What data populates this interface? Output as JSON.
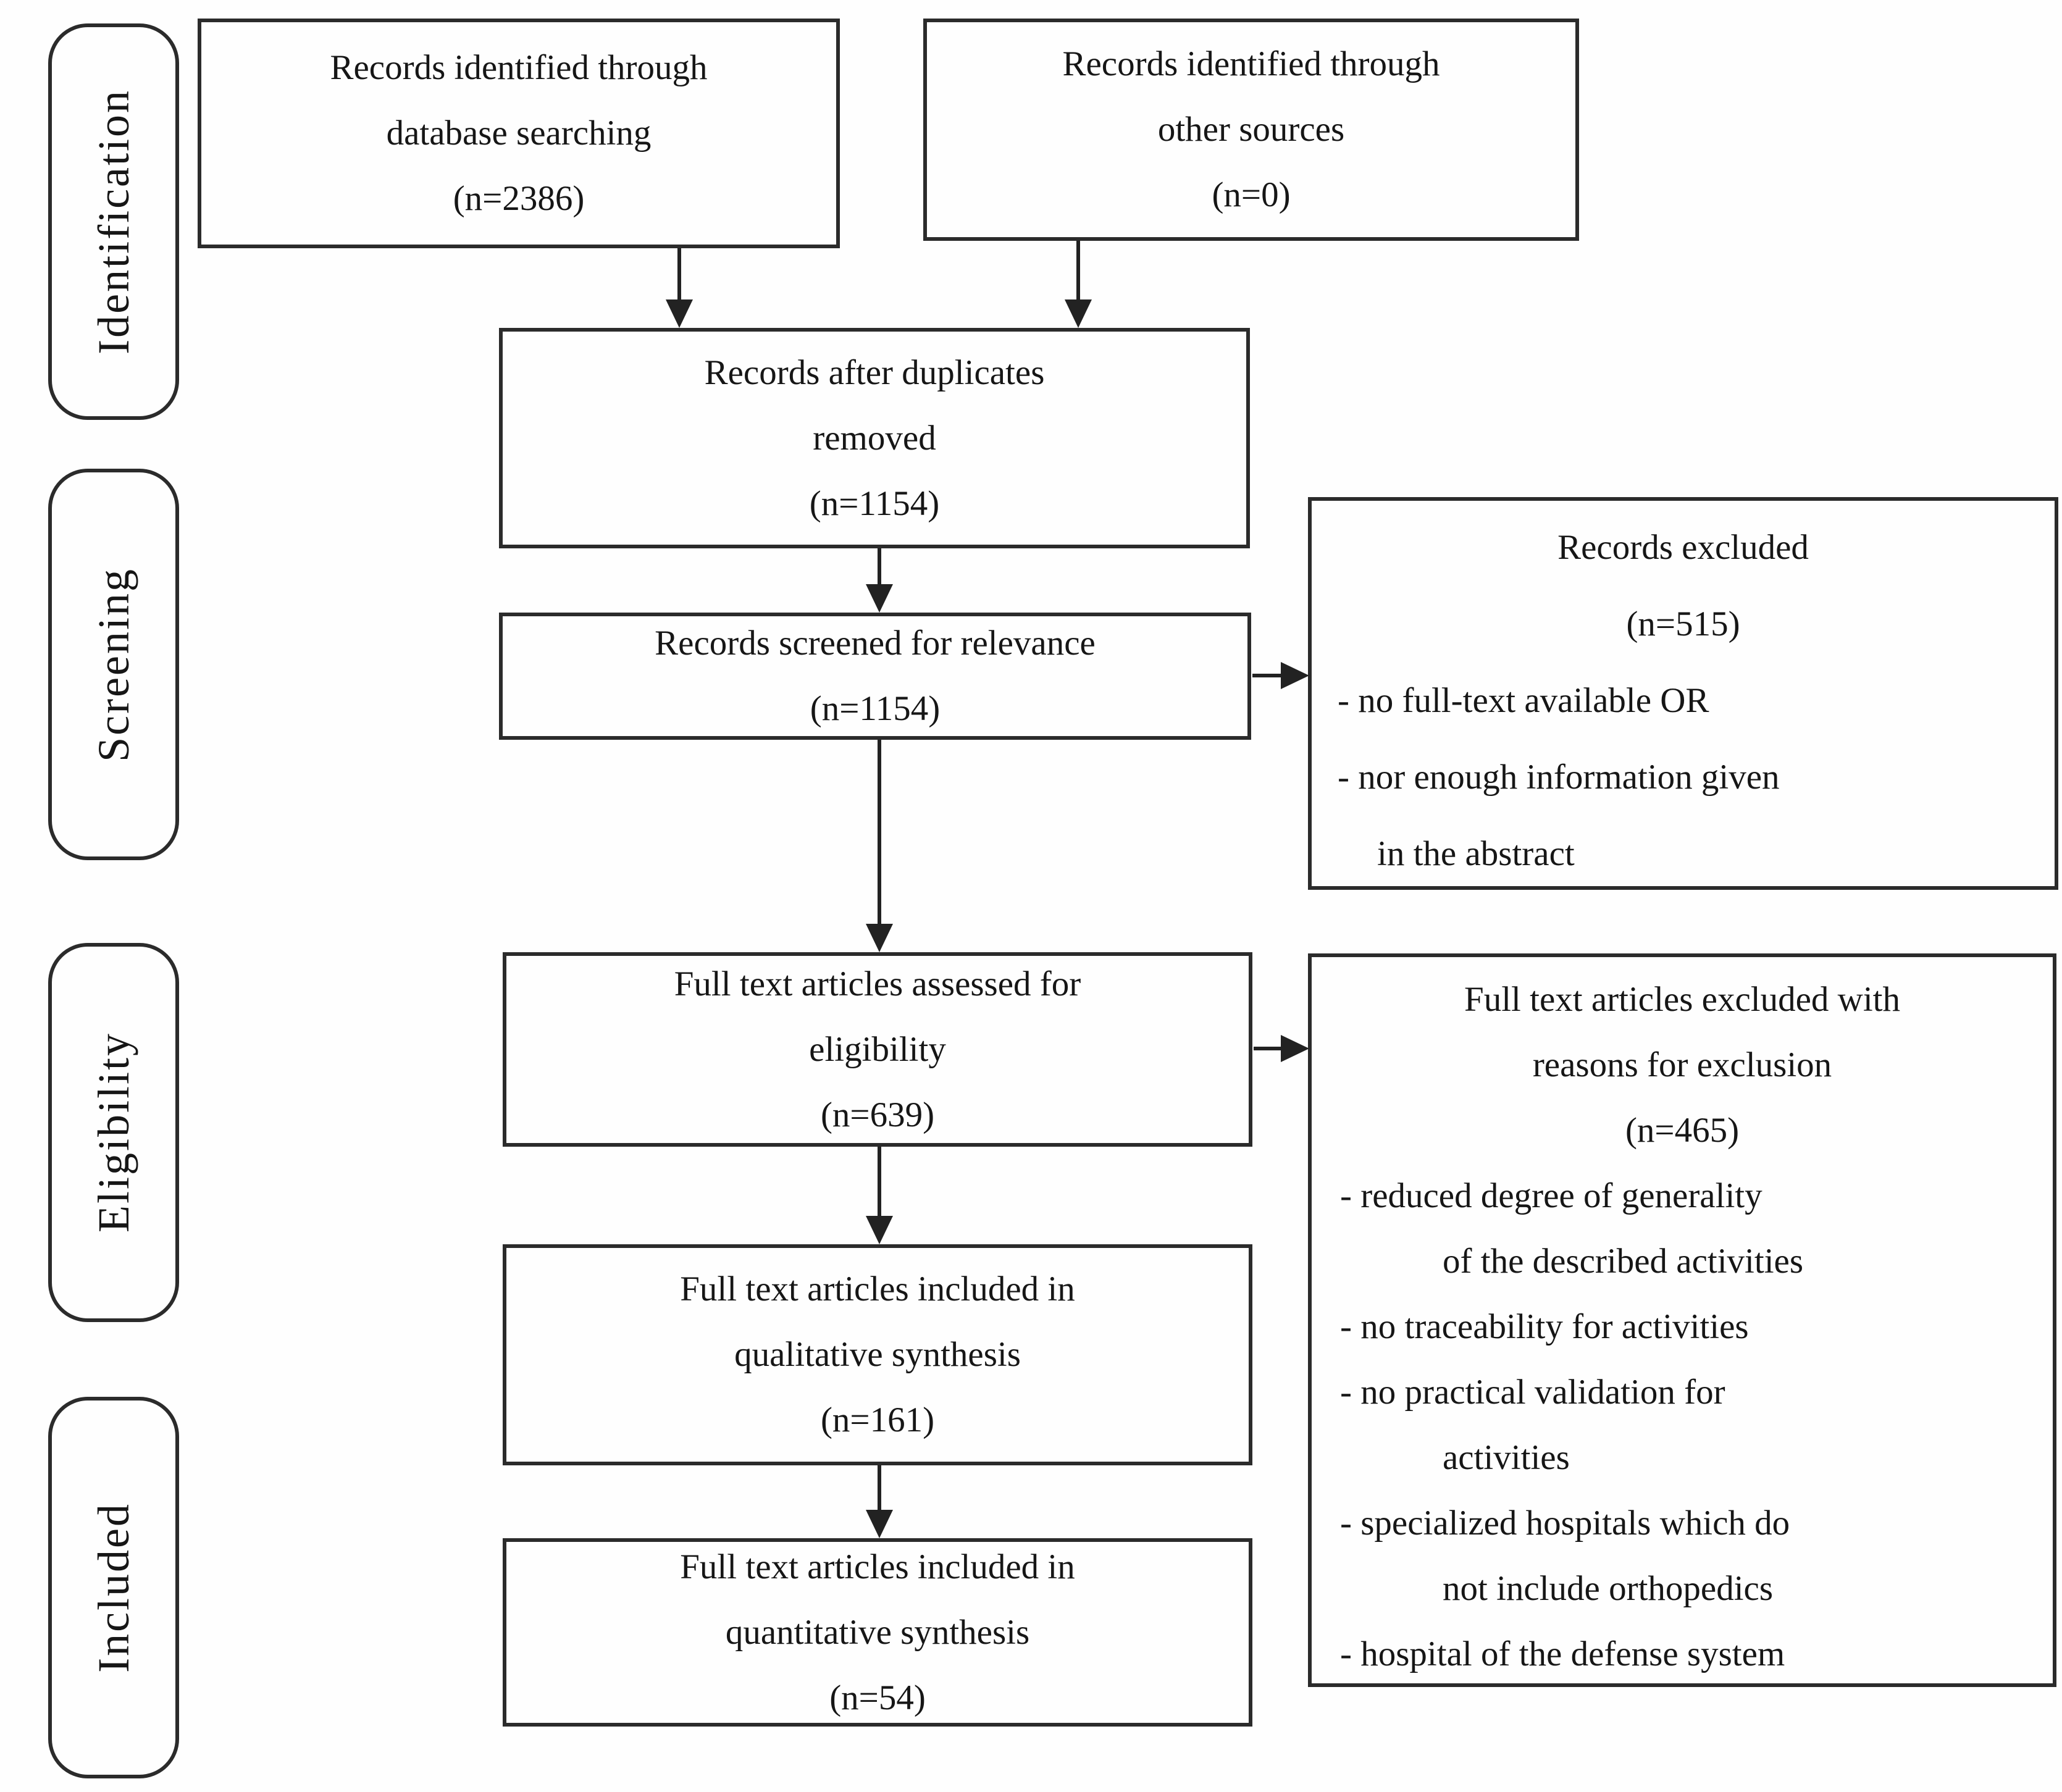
{
  "diagram": {
    "stages": {
      "identification": "Identification",
      "screening": "Screening",
      "eligibility": "Eligibility",
      "included": "Included"
    },
    "boxes": {
      "database_search": {
        "lines": [
          "Records identified through",
          "database searching",
          "(n=2386)"
        ]
      },
      "other_sources": {
        "lines": [
          "Records identified through",
          "other sources",
          "(n=0)"
        ]
      },
      "duplicates_removed": {
        "lines": [
          "Records after duplicates",
          "removed",
          "(n=1154)"
        ]
      },
      "screened": {
        "lines": [
          "Records screened for relevance",
          "(n=1154)"
        ]
      },
      "records_excluded": {
        "title_lines": [
          "Records excluded",
          "(n=515)"
        ],
        "reasons": [
          "- no full-text available OR",
          "- nor enough information given",
          "in the abstract"
        ]
      },
      "assessed": {
        "lines": [
          "Full text articles assessed for",
          "eligibility",
          "(n=639)"
        ]
      },
      "fulltext_excluded": {
        "title_lines": [
          "Full text articles excluded with",
          "reasons for exclusion",
          "(n=465)"
        ],
        "reasons": [
          "- reduced degree of generality",
          "of the described activities",
          "- no traceability for activities",
          "- no practical validation for",
          "activities",
          "- specialized hospitals which do",
          "not include orthopedics",
          "- hospital of the defense system"
        ]
      },
      "qualitative": {
        "lines": [
          "Full text articles included in",
          "qualitative synthesis",
          "(n=161)"
        ]
      },
      "quantitative": {
        "lines": [
          "Full text articles included in",
          "quantitative synthesis",
          "(n=54)"
        ]
      }
    }
  }
}
